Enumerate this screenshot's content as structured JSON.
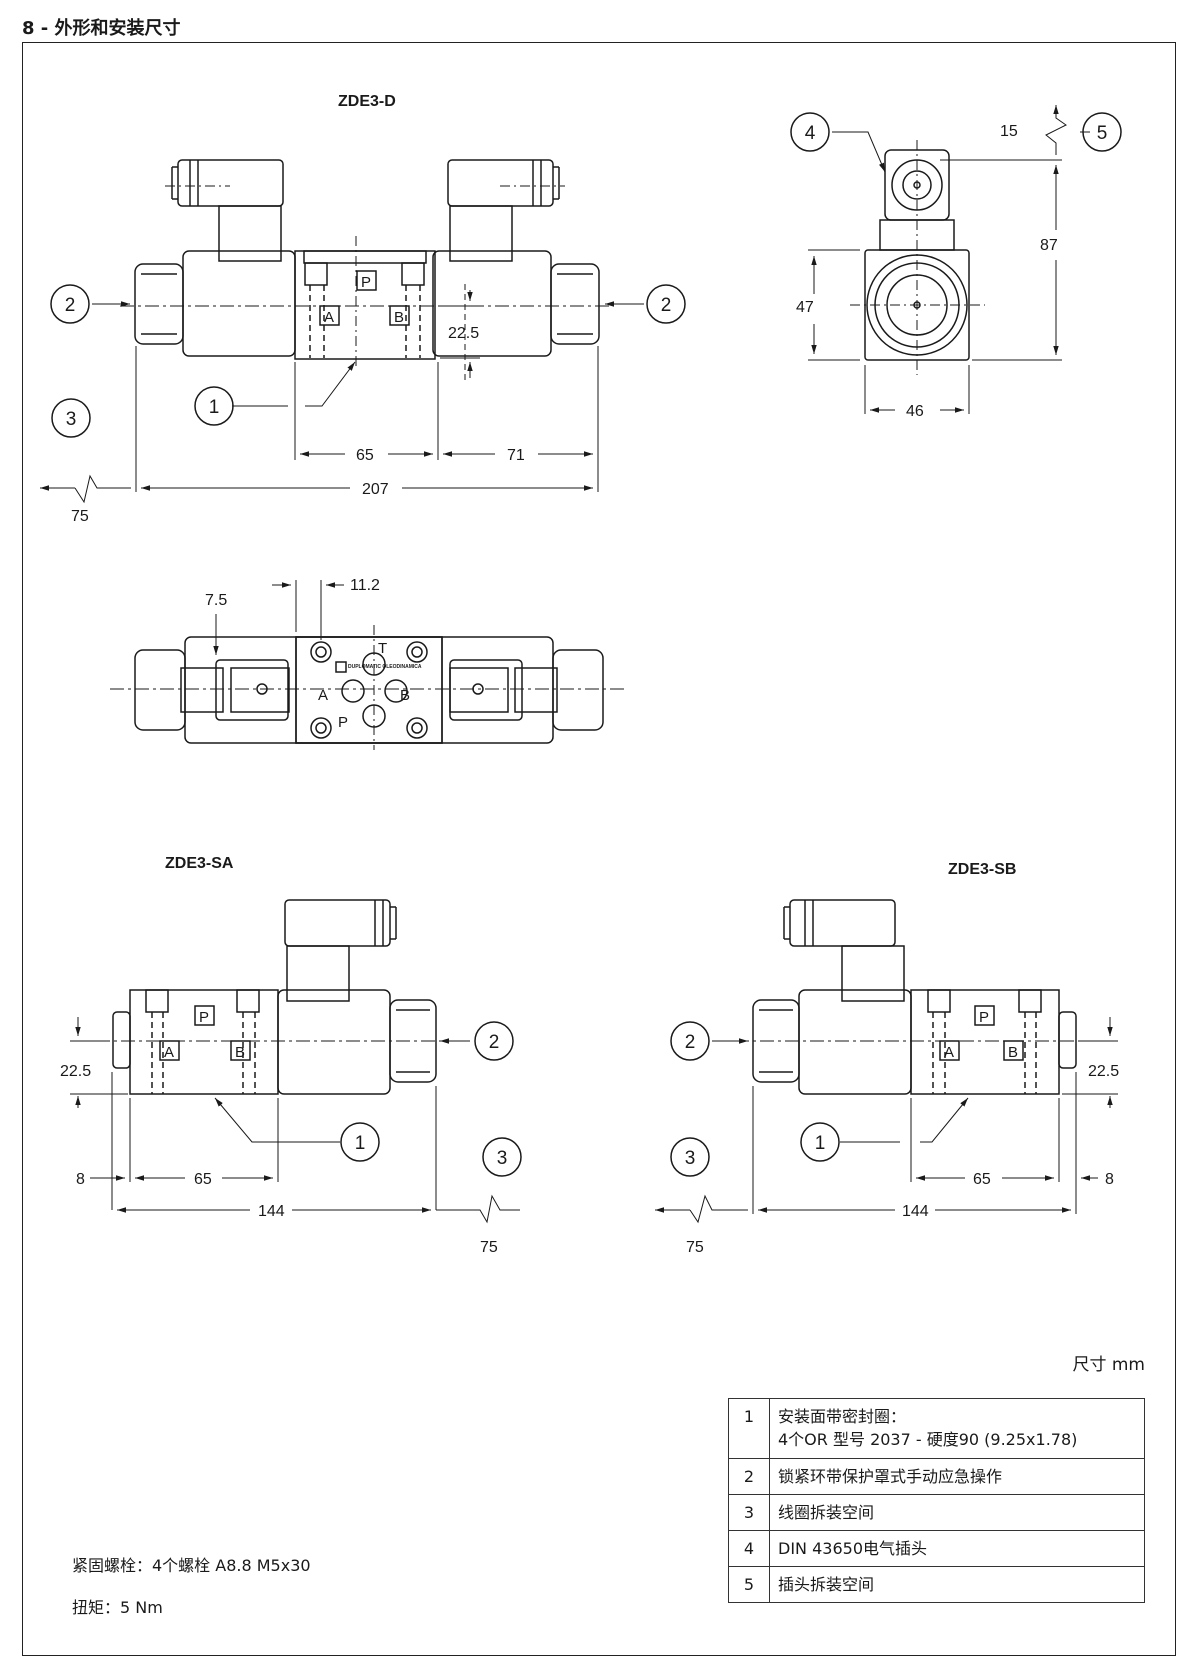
{
  "title": "8 - 外形和安装尺寸",
  "views": {
    "zde3_d": {
      "label": "ZDE3-D"
    },
    "zde3_sa": {
      "label": "ZDE3-SA"
    },
    "zde3_sb": {
      "label": "ZDE3-SB"
    }
  },
  "dimensions": {
    "d_22_5": "22.5",
    "d_65": "65",
    "d_71": "71",
    "d_207": "207",
    "d_75": "75",
    "side_15": "15",
    "side_87": "87",
    "side_47": "47",
    "side_46": "46",
    "top_7_5": "7.5",
    "top_11_2": "11.2",
    "sa_22_5": "22.5",
    "sa_8": "8",
    "sa_65": "65",
    "sa_144": "144",
    "sa_75": "75",
    "sb_22_5": "22.5",
    "sb_8": "8",
    "sb_65": "65",
    "sb_144": "144",
    "sb_75": "75"
  },
  "ports": {
    "p": "P",
    "a": "A",
    "b": "B",
    "t": "T"
  },
  "callouts": [
    "1",
    "2",
    "3",
    "4",
    "5"
  ],
  "logo_text": "DUPLOMATIC OLEODINAMICA",
  "units_label": "尺寸  mm",
  "legend": [
    {
      "num": "1",
      "line1": "安装面带密封圈：",
      "line2": "4个OR 型号 2037 - 硬度90 (9.25x1.78)"
    },
    {
      "num": "2",
      "line1": "锁紧环带保护罩式手动应急操作"
    },
    {
      "num": "3",
      "line1": "线圈拆装空间"
    },
    {
      "num": "4",
      "line1": "DIN 43650电气插头"
    },
    {
      "num": "5",
      "line1": "插头拆装空间"
    }
  ],
  "notes": {
    "bolts": "紧固螺栓：4个螺栓 A8.8   M5x30",
    "torque": "扭矩：5 Nm"
  }
}
